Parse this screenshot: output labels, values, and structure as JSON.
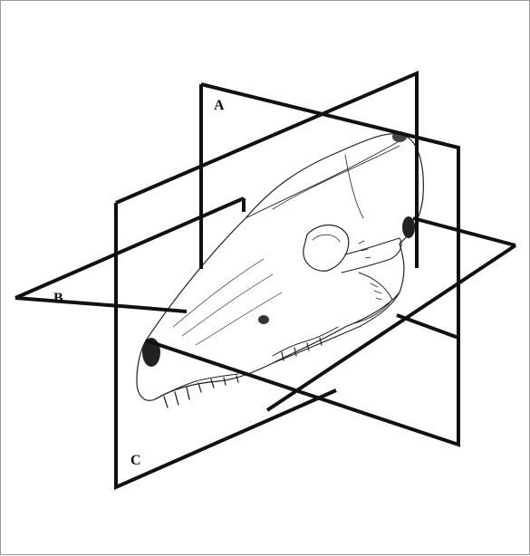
{
  "figure": {
    "labels": {
      "a": "A",
      "b": "B",
      "c": "C"
    },
    "subject": "skull-illustration"
  },
  "colors": {
    "line": "#111111",
    "background": "#ffffff",
    "border": "#9a9a9a"
  }
}
